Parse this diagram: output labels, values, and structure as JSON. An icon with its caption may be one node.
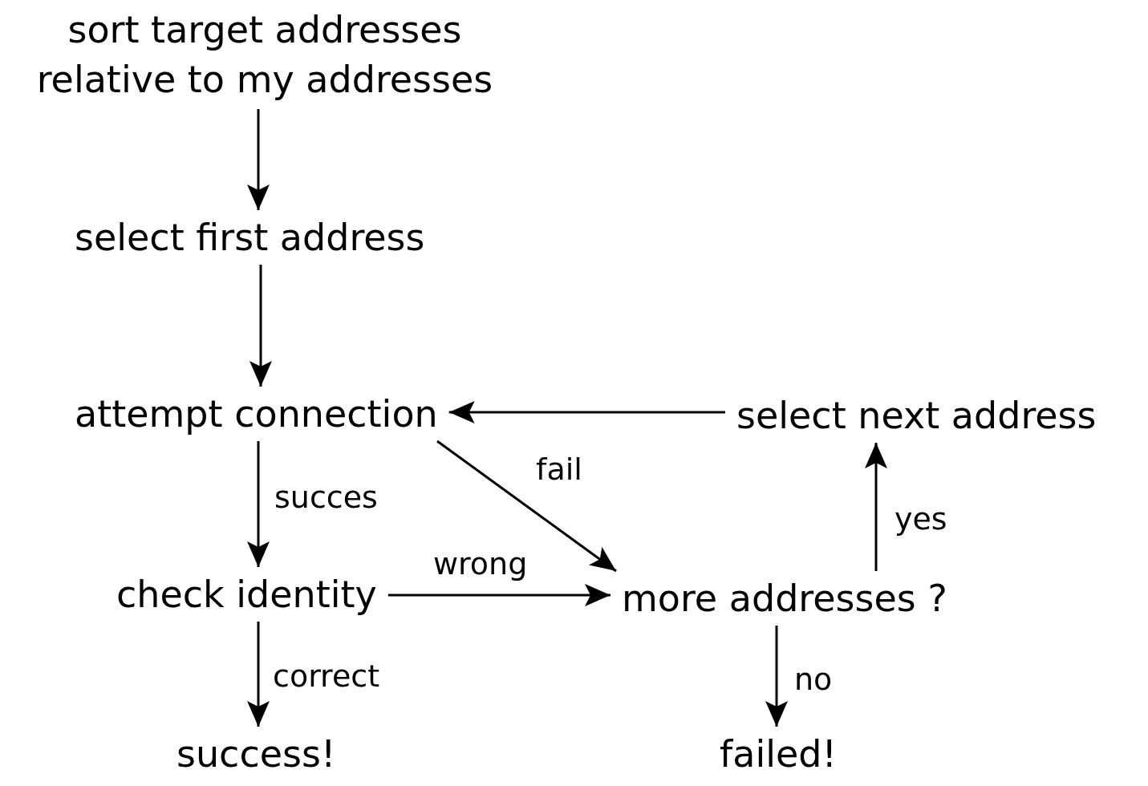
{
  "diagram": {
    "nodes": [
      {
        "text": [
          "sort target addresses relative to my addresses"
        ]
      },
      {
        "text": [
          "select first address"
        ]
      },
      {
        "text": [
          "attempt connection"
        ]
      },
      {
        "text": [
          "select next address"
        ]
      },
      {
        "text": [
          "check identity"
        ]
      },
      {
        "text": [
          "more addresses ?"
        ]
      },
      {
        "text": [
          "success!"
        ]
      },
      {
        "text": [
          "failed!"
        ]
      }
    ],
    "edges": [
      {
        "from": 0,
        "to": 1,
        "arrow": "to"
      },
      {
        "from": 1,
        "to": 2,
        "arrow": "to"
      },
      {
        "from": 3,
        "to": 2,
        "arrow": "to"
      },
      {
        "from": 2,
        "to": 4,
        "arrow": "to",
        "label": "succes"
      },
      {
        "from": 2,
        "to": 5,
        "arrow": "to",
        "label": "fail"
      },
      {
        "from": 4,
        "to": 5,
        "arrow": "to",
        "label": "wrong"
      },
      {
        "from": 5,
        "to": 3,
        "arrow": "to",
        "label": "yes"
      },
      {
        "from": 4,
        "to": 6,
        "arrow": "to",
        "label": "correct"
      },
      {
        "from": 5,
        "to": 7,
        "arrow": "to",
        "label": "no"
      }
    ]
  }
}
